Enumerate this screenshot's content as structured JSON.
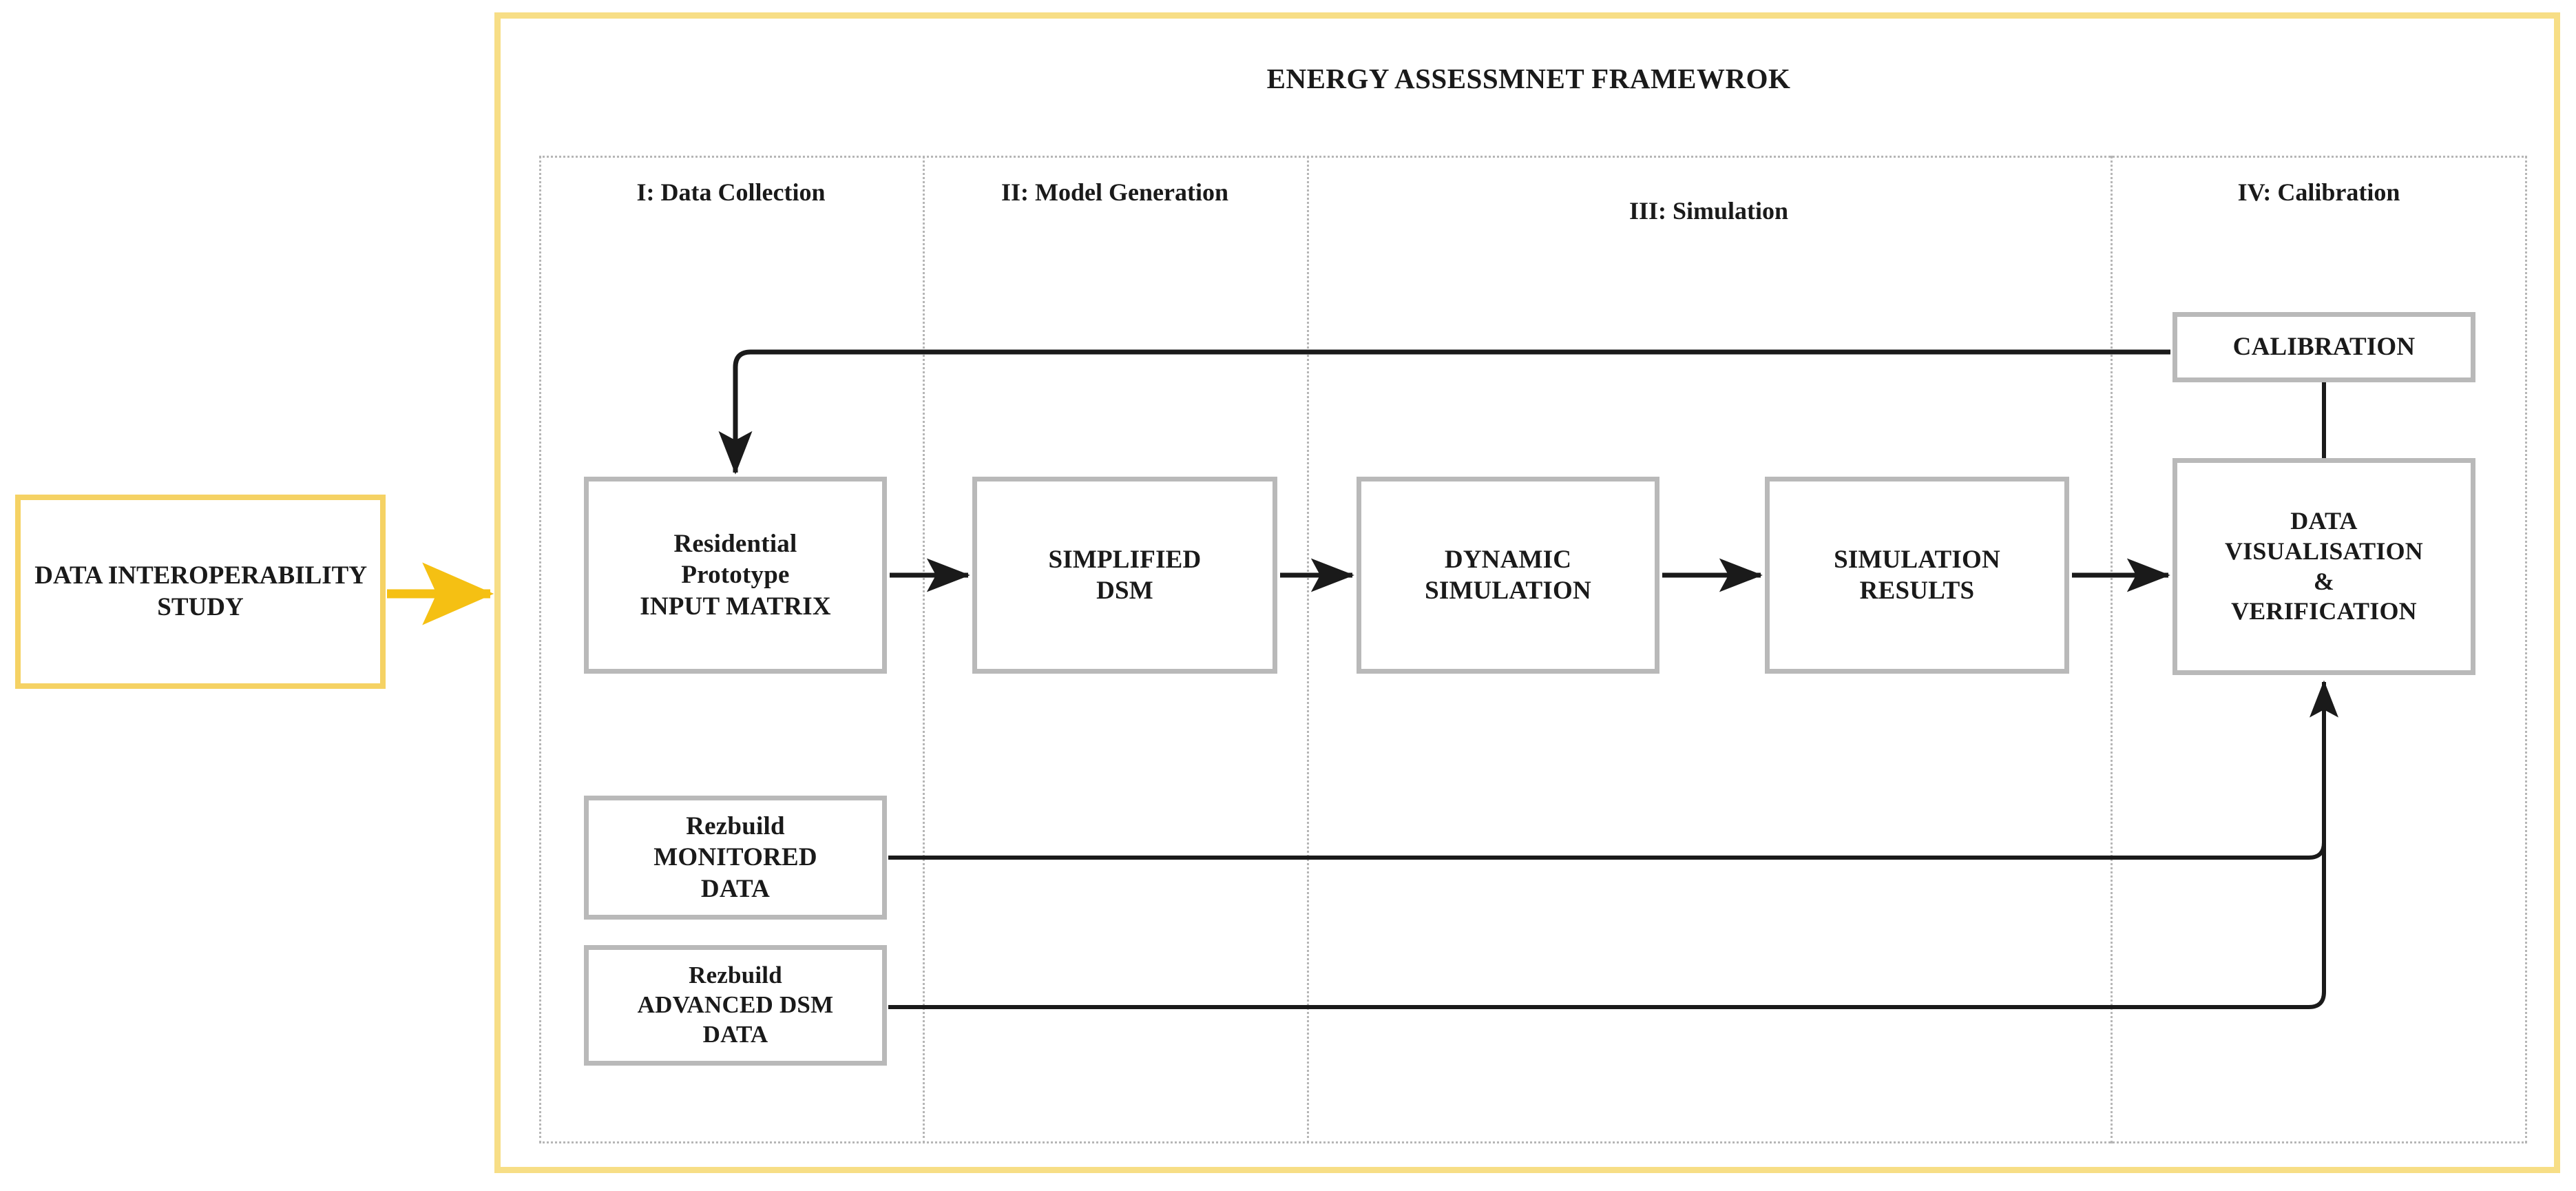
{
  "framework": {
    "title": "ENERGY ASSESSMNET FRAMEWROK",
    "frame_color": "#F7DE86",
    "panel_border_color": "#b6b6b6"
  },
  "stages": [
    {
      "id": "stage-1",
      "label": "I: Data Collection"
    },
    {
      "id": "stage-2",
      "label": "II: Model Generation"
    },
    {
      "id": "stage-3",
      "label": "III: Simulation"
    },
    {
      "id": "stage-4",
      "label": "IV: Calibration"
    }
  ],
  "source": {
    "label_line1": "DATA",
    "label_line2": "INTEROPERABILITY",
    "label_line3": "STUDY",
    "border_color": "#F5D264",
    "arrow_color": "#F5C013"
  },
  "boxes": {
    "input_matrix": {
      "line1": "Residential",
      "line2": "Prototype",
      "line3": "INPUT MATRIX"
    },
    "simplified_dsm": {
      "line1": "SIMPLIFIED",
      "line2": "DSM"
    },
    "dynamic_simulation": {
      "line1": "DYNAMIC",
      "line2": "SIMULATION"
    },
    "simulation_results": {
      "line1": "SIMULATION",
      "line2": "RESULTS"
    },
    "data_visualisation": {
      "line1": "DATA",
      "line2": "VISUALISATION",
      "line3": "&",
      "line4": "VERIFICATION"
    },
    "calibration": {
      "line1": "CALIBRATION"
    },
    "monitored_data": {
      "line1": "Rezbuild",
      "line2": "MONITORED",
      "line3": "DATA"
    },
    "advanced_dsm_data": {
      "line1": "Rezbuild",
      "line2": "ADVANCED DSM",
      "line3": "DATA"
    }
  },
  "box_style": {
    "border_color": "#b9b9b9",
    "fill": "#ffffff"
  },
  "connectors": [
    {
      "name": "study-to-input-matrix",
      "type": "arrow",
      "color": "#F5C013"
    },
    {
      "name": "input-matrix-to-simplified-dsm",
      "type": "arrow",
      "color": "#1a1a1a"
    },
    {
      "name": "simplified-dsm-to-dynamic-simulation",
      "type": "arrow",
      "color": "#1a1a1a"
    },
    {
      "name": "dynamic-simulation-to-simulation-results",
      "type": "arrow",
      "color": "#1a1a1a"
    },
    {
      "name": "simulation-results-to-data-visualisation",
      "type": "arrow",
      "color": "#1a1a1a"
    },
    {
      "name": "calibration-to-input-matrix-feedback",
      "type": "elbow-arrow",
      "color": "#1a1a1a"
    },
    {
      "name": "data-visualisation-to-calibration",
      "type": "line",
      "color": "#1a1a1a"
    },
    {
      "name": "monitored-data-to-data-visualisation",
      "type": "elbow-arrow",
      "color": "#1a1a1a"
    },
    {
      "name": "advanced-dsm-data-to-data-visualisation",
      "type": "elbow-arrow",
      "color": "#1a1a1a"
    }
  ]
}
